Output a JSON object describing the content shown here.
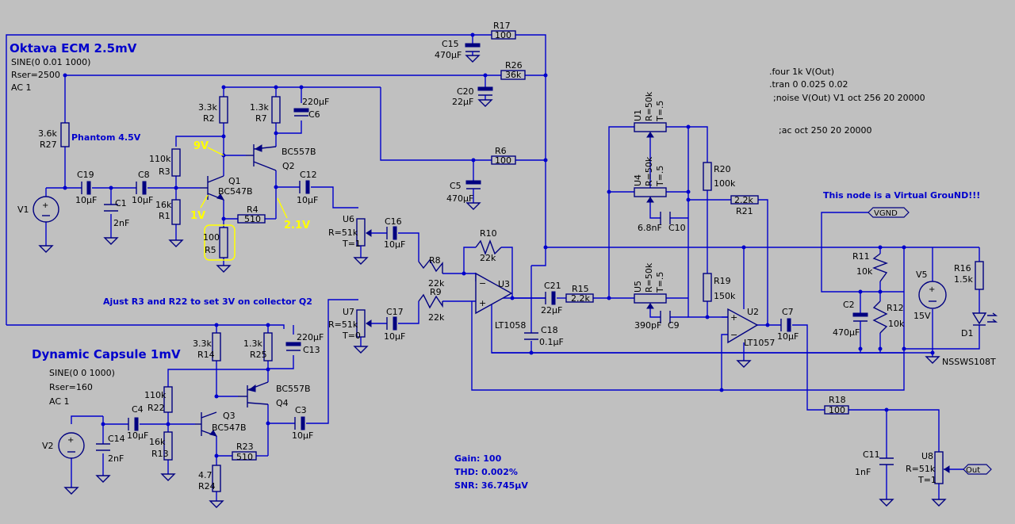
{
  "titles": {
    "oktava": "Oktava ECM 2.5mV",
    "dynamic": "Dynamic Capsule 1mV"
  },
  "sources": {
    "v1_params": [
      "SINE(0 0.01 1000)",
      "Rser=2500",
      "AC 1"
    ],
    "v2_params": [
      "SINE(0 0 1000)",
      "Rser=160",
      "AC 1"
    ]
  },
  "directives": [
    ".four 1k V(Out)",
    ".tran 0 0.025 0.02",
    ";noise V(Out) V1 oct 256 20 20000",
    ";ac oct 250 20 20000"
  ],
  "notes": {
    "phantom": "Phantom 4.5V",
    "adjust": "Ajust R3 and R22 to set 3V on collector Q2",
    "vgnd_note": "This node is a Virtual GrouND!!!",
    "gain": "Gain: 100",
    "thd": "THD: 0.002%",
    "snr": "SNR: 36.745µV"
  },
  "voltages": {
    "v9": "9V",
    "v1": "1V",
    "v21": "2.1V"
  },
  "colors": {
    "wire": "#0000cc",
    "bg": "#c0c0c0",
    "highlight": "#ffff00"
  },
  "components": {
    "R17": {
      "name": "R17",
      "value": "100"
    },
    "R26": {
      "name": "R26",
      "value": "36k"
    },
    "R6": {
      "name": "R6",
      "value": "100"
    },
    "C15": {
      "name": "C15",
      "value": "470µF"
    },
    "C20": {
      "name": "C20",
      "value": "22µF"
    },
    "C5": {
      "name": "C5",
      "value": "470µF"
    },
    "R2": {
      "name": "R2",
      "value": "3.3k"
    },
    "R7": {
      "name": "R7",
      "value": "1.3k"
    },
    "C6": {
      "name": "C6",
      "value": "220µF"
    },
    "R27": {
      "name": "R27",
      "value": "3.6k"
    },
    "R3": {
      "name": "R3",
      "value": "110k"
    },
    "R1": {
      "name": "R1",
      "value": "16k"
    },
    "Q1": {
      "name": "Q1",
      "value": "BC547B"
    },
    "Q2": {
      "name": "Q2",
      "value": "BC557B"
    },
    "C19": {
      "name": "C19",
      "value": "10µF"
    },
    "C8": {
      "name": "C8",
      "value": "10µF"
    },
    "C1": {
      "name": "C1",
      "value": "2nF"
    },
    "V1": {
      "name": "V1"
    },
    "R4": {
      "name": "R4",
      "value": "510"
    },
    "R5": {
      "name": "R5",
      "value": "100"
    },
    "C12": {
      "name": "C12",
      "value": "10µF"
    },
    "U6": {
      "name": "U6",
      "value": "R=51k",
      "extra": "T=1"
    },
    "C16": {
      "name": "C16",
      "value": "10µF"
    },
    "U7": {
      "name": "U7",
      "value": "R=51k",
      "extra": "T=0"
    },
    "C17": {
      "name": "C17",
      "value": "10µF"
    },
    "R8": {
      "name": "R8",
      "value": "22k"
    },
    "R9": {
      "name": "R9",
      "value": "22k"
    },
    "R10": {
      "name": "R10",
      "value": "22k"
    },
    "U3": {
      "name": "U3",
      "value": "LT1058"
    },
    "C18": {
      "name": "C18",
      "value": "0.1µF"
    },
    "C21": {
      "name": "C21",
      "value": "22µF"
    },
    "R15": {
      "name": "R15",
      "value": "2.2k"
    },
    "U1": {
      "name": "U1",
      "value": "R=50k",
      "extra": "T=.5"
    },
    "U4": {
      "name": "U4",
      "value": "R=50k",
      "extra": "T=.5"
    },
    "U5": {
      "name": "U5",
      "value": "R=50k",
      "extra": "T=.5"
    },
    "C10": {
      "name": "C10",
      "value": "6.8nF"
    },
    "C9": {
      "name": "C9",
      "value": "390pF"
    },
    "R20": {
      "name": "R20",
      "value": "100k"
    },
    "R19": {
      "name": "R19",
      "value": "150k"
    },
    "R21": {
      "name": "R21",
      "value": "2.2k"
    },
    "U2": {
      "name": "U2",
      "value": "LT1057"
    },
    "C7": {
      "name": "C7",
      "value": "10µF"
    },
    "VGND": {
      "name": "VGND"
    },
    "R11": {
      "name": "R11",
      "value": "10k"
    },
    "R12": {
      "name": "R12",
      "value": "10k"
    },
    "C2": {
      "name": "C2",
      "value": "470µF"
    },
    "V5": {
      "name": "V5",
      "value": "15V"
    },
    "R16": {
      "name": "R16",
      "value": "1.5k"
    },
    "D1": {
      "name": "D1",
      "value": "NSSWS108T"
    },
    "R18": {
      "name": "R18",
      "value": "100"
    },
    "C11": {
      "name": "C11",
      "value": "1nF"
    },
    "U8": {
      "name": "U8",
      "value": "R=51k",
      "extra": "T=1"
    },
    "Out": {
      "name": "Out"
    },
    "R14": {
      "name": "R14",
      "value": "3.3k"
    },
    "R25": {
      "name": "R25",
      "value": "1.3k"
    },
    "C13": {
      "name": "C13",
      "value": "220µF"
    },
    "R22": {
      "name": "R22",
      "value": "110k"
    },
    "R13": {
      "name": "R13",
      "value": "16k"
    },
    "Q3": {
      "name": "Q3",
      "value": "BC547B"
    },
    "Q4": {
      "name": "Q4",
      "value": "BC557B"
    },
    "C4": {
      "name": "C4",
      "value": "10µF"
    },
    "C14": {
      "name": "C14",
      "value": "2nF"
    },
    "V2": {
      "name": "V2"
    },
    "R23": {
      "name": "R23",
      "value": "510"
    },
    "R24": {
      "name": "R24",
      "value": "4.7"
    },
    "C3": {
      "name": "C3",
      "value": "10µF"
    }
  }
}
